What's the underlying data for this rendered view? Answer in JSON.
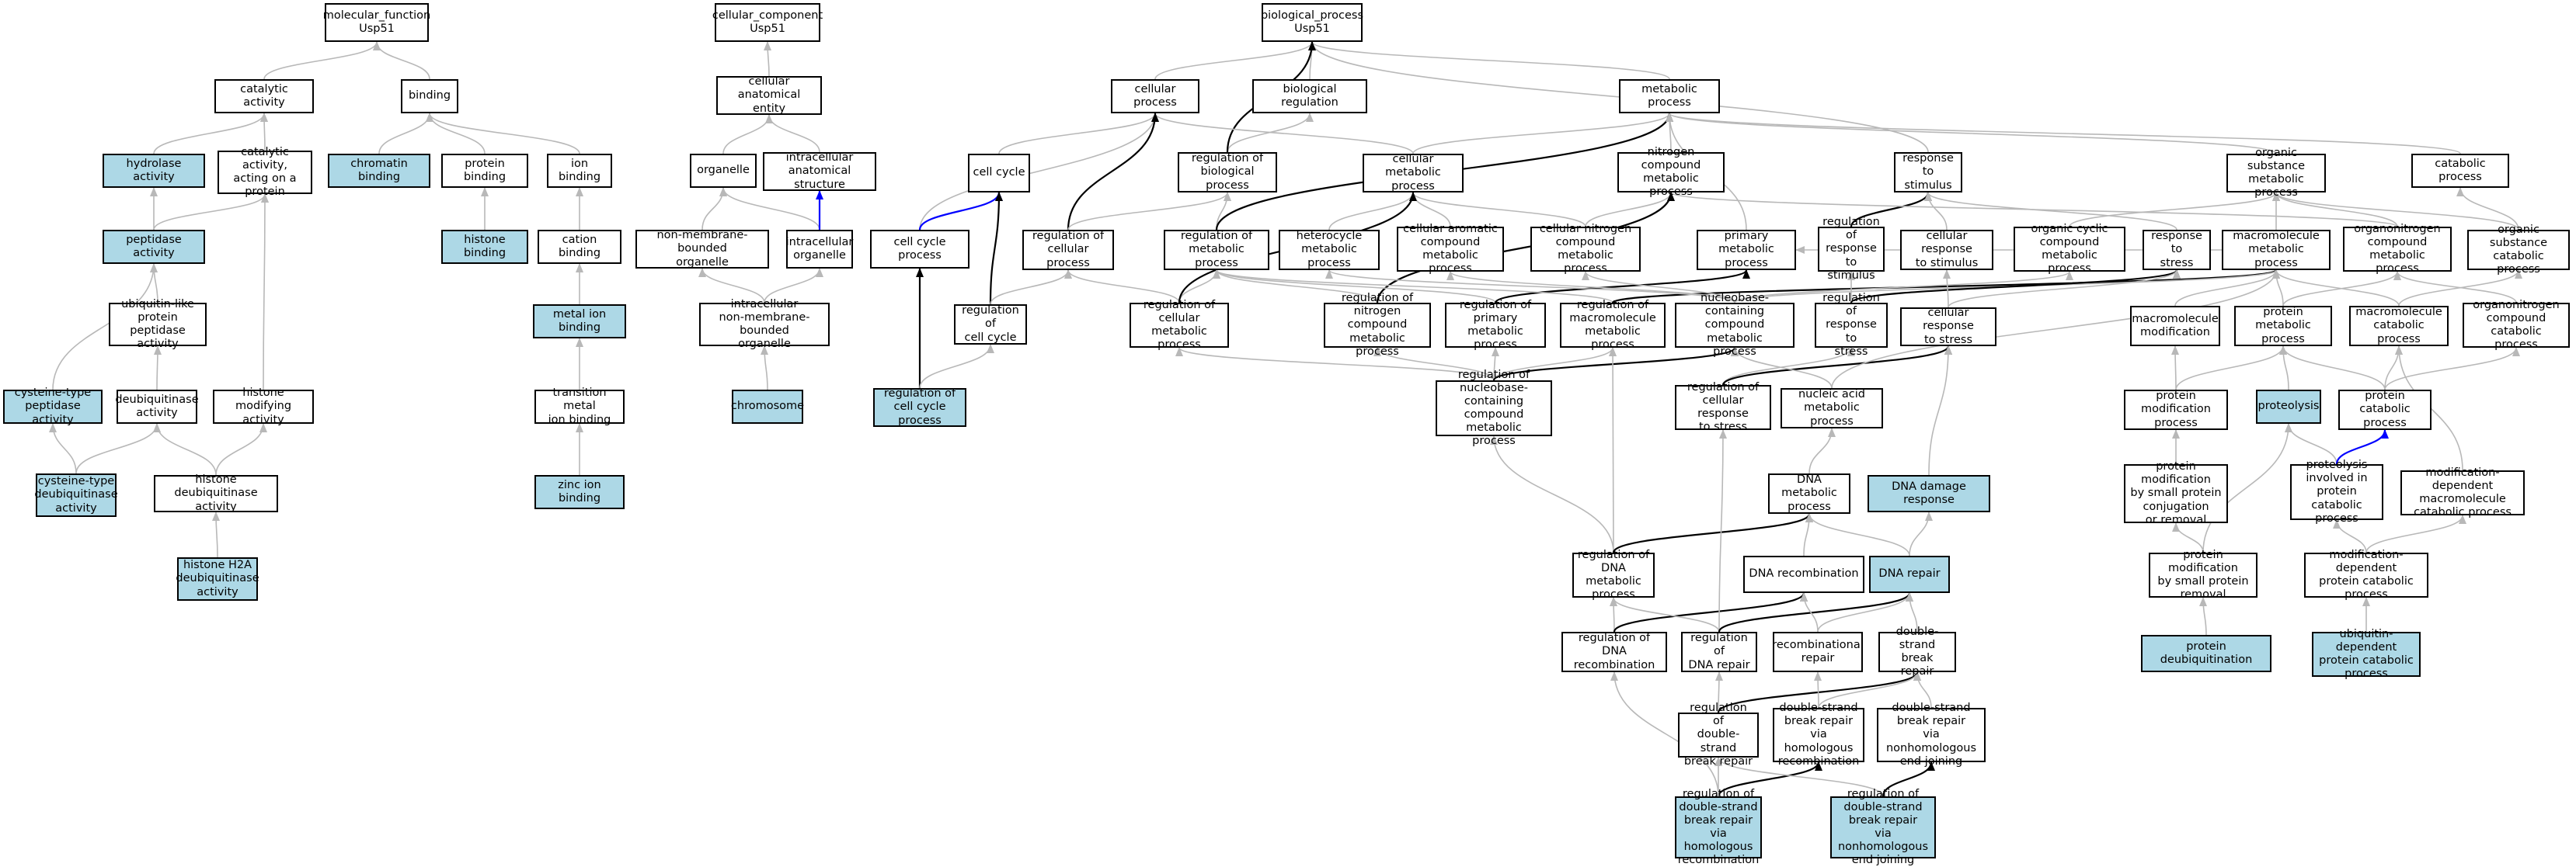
{
  "colors": {
    "highlight": "#add8e6",
    "node": "#ffffff",
    "edge_gray": "#b8b8b8",
    "edge_black": "#000000",
    "edge_blue": "#0000ff"
  },
  "nodes": {
    "mf": {
      "label": "molecular_function\nUsp51",
      "hl": false
    },
    "catalytic": {
      "label": "catalytic activity",
      "hl": false
    },
    "binding": {
      "label": "binding",
      "hl": false
    },
    "hydrolase": {
      "label": "hydrolase activity",
      "hl": true
    },
    "cat_protein": {
      "label": "catalytic activity,\nacting on a\nprotein",
      "hl": false
    },
    "chromatin_b": {
      "label": "chromatin binding",
      "hl": true
    },
    "protein_b": {
      "label": "protein binding",
      "hl": false
    },
    "ion_b": {
      "label": "ion binding",
      "hl": false
    },
    "peptidase": {
      "label": "peptidase activity",
      "hl": true
    },
    "histone_b": {
      "label": "histone binding",
      "hl": true
    },
    "cation_b": {
      "label": "cation binding",
      "hl": false
    },
    "ubl_pept": {
      "label": "ubiquitin-like\nprotein peptidase\nactivity",
      "hl": false
    },
    "metal_ion": {
      "label": "metal ion binding",
      "hl": true
    },
    "cys_pept": {
      "label": "cysteine-type\npeptidase activity",
      "hl": true
    },
    "deubiq": {
      "label": "deubiquitinase\nactivity",
      "hl": false
    },
    "hist_mod": {
      "label": "histone modifying\nactivity",
      "hl": false
    },
    "trans_metal": {
      "label": "transition metal\nion binding",
      "hl": false
    },
    "cys_deubiq": {
      "label": "cysteine-type\ndeubiquitinase\nactivity",
      "hl": true
    },
    "hist_deubiq": {
      "label": "histone deubiquitinase\nactivity",
      "hl": false
    },
    "zinc": {
      "label": "zinc ion binding",
      "hl": true
    },
    "h2a": {
      "label": "histone H2A\ndeubiquitinase\nactivity",
      "hl": true
    },
    "cc": {
      "label": "cellular_component\nUsp51",
      "hl": false
    },
    "anat": {
      "label": "cellular anatomical\nentity",
      "hl": false
    },
    "organelle": {
      "label": "organelle",
      "hl": false
    },
    "intra_anat": {
      "label": "intracellular\nanatomical structure",
      "hl": false
    },
    "nmb_org": {
      "label": "non-membrane-bounded\norganelle",
      "hl": false
    },
    "intra_org": {
      "label": "intracellular\norganelle",
      "hl": false
    },
    "intra_nmb": {
      "label": "intracellular\nnon-membrane-bounded\norganelle",
      "hl": false
    },
    "chromosome": {
      "label": "chromosome",
      "hl": true
    },
    "bp": {
      "label": "biological_process\nUsp51",
      "hl": false
    },
    "cell_proc": {
      "label": "cellular process",
      "hl": false
    },
    "bio_reg": {
      "label": "biological regulation",
      "hl": false
    },
    "metab": {
      "label": "metabolic process",
      "hl": false
    },
    "cell_cycle": {
      "label": "cell cycle",
      "hl": false
    },
    "reg_bio": {
      "label": "regulation of\nbiological process",
      "hl": false
    },
    "cell_metab": {
      "label": "cellular metabolic\nprocess",
      "hl": false
    },
    "n_comp": {
      "label": "nitrogen compound\nmetabolic process",
      "hl": false
    },
    "resp_stim": {
      "label": "response to\nstimulus",
      "hl": false
    },
    "org_sub": {
      "label": "organic substance\nmetabolic process",
      "hl": false
    },
    "catab": {
      "label": "catabolic process",
      "hl": false
    },
    "cc_proc": {
      "label": "cell cycle process",
      "hl": false
    },
    "reg_cell_proc": {
      "label": "regulation of\ncellular process",
      "hl": false
    },
    "reg_metab": {
      "label": "regulation of\nmetabolic process",
      "hl": false
    },
    "hetero": {
      "label": "heterocycle\nmetabolic process",
      "hl": false
    },
    "cell_arom": {
      "label": "cellular aromatic\ncompound metabolic\nprocess",
      "hl": false
    },
    "cell_nitro": {
      "label": "cellular nitrogen\ncompound metabolic\nprocess",
      "hl": false
    },
    "prim_metab": {
      "label": "primary metabolic\nprocess",
      "hl": false
    },
    "reg_resp_stim": {
      "label": "regulation of\nresponse to\nstimulus",
      "hl": false
    },
    "cell_resp_stim": {
      "label": "cellular response\nto stimulus",
      "hl": false
    },
    "org_cyc": {
      "label": "organic cyclic\ncompound metabolic\nprocess",
      "hl": false
    },
    "resp_stress": {
      "label": "response to\nstress",
      "hl": false
    },
    "macro_metab": {
      "label": "macromolecule\nmetabolic process",
      "hl": false
    },
    "orgN_metab": {
      "label": "organonitrogen\ncompound metabolic\nprocess",
      "hl": false
    },
    "org_sub_cat": {
      "label": "organic substance\ncatabolic process",
      "hl": false
    },
    "reg_cc": {
      "label": "regulation of\ncell cycle",
      "hl": false
    },
    "reg_cell_metab": {
      "label": "regulation of\ncellular metabolic\nprocess",
      "hl": false
    },
    "reg_nitro": {
      "label": "regulation of\nnitrogen compound\nmetabolic process",
      "hl": false
    },
    "reg_prim": {
      "label": "regulation of\nprimary metabolic\nprocess",
      "hl": false
    },
    "reg_macro": {
      "label": "regulation of\nmacromolecule\nmetabolic process",
      "hl": false
    },
    "nucleobase": {
      "label": "nucleobase-containing\ncompound metabolic\nprocess",
      "hl": false
    },
    "reg_resp_stress": {
      "label": "regulation of\nresponse to\nstress",
      "hl": false
    },
    "cell_resp_stress": {
      "label": "cellular response\nto stress",
      "hl": false
    },
    "macro_mod": {
      "label": "macromolecule\nmodification",
      "hl": false
    },
    "prot_metab": {
      "label": "protein metabolic\nprocess",
      "hl": false
    },
    "macro_cat": {
      "label": "macromolecule\ncatabolic process",
      "hl": false
    },
    "orgN_cat": {
      "label": "organonitrogen\ncompound catabolic\nprocess",
      "hl": false
    },
    "reg_cc_proc": {
      "label": "regulation of\ncell cycle process",
      "hl": true
    },
    "reg_nucleo": {
      "label": "regulation of\nnucleobase-containing\ncompound metabolic\nprocess",
      "hl": false
    },
    "reg_cell_resp_stress": {
      "label": "regulation of\ncellular response\nto stress",
      "hl": false
    },
    "nucleic": {
      "label": "nucleic acid\nmetabolic process",
      "hl": false
    },
    "prot_mod": {
      "label": "protein modification\nprocess",
      "hl": false
    },
    "proteolysis": {
      "label": "proteolysis",
      "hl": true
    },
    "prot_cat": {
      "label": "protein catabolic\nprocess",
      "hl": false
    },
    "dna_metab": {
      "label": "DNA metabolic\nprocess",
      "hl": false
    },
    "dna_dmg": {
      "label": "DNA damage response",
      "hl": true
    },
    "prot_mod_small": {
      "label": "protein modification\nby small protein\nconjugation\nor removal",
      "hl": false
    },
    "proteolysis_cat": {
      "label": "proteolysis\ninvolved in\nprotein catabolic\nprocess",
      "hl": false
    },
    "mod_dep_macro": {
      "label": "modification-dependent\nmacromolecule\ncatabolic process",
      "hl": false
    },
    "reg_dna_metab": {
      "label": "regulation of\nDNA metabolic\nprocess",
      "hl": false
    },
    "dna_recomb": {
      "label": "DNA recombination",
      "hl": false
    },
    "dna_repair": {
      "label": "DNA repair",
      "hl": true
    },
    "prot_mod_remove": {
      "label": "protein modification\nby small protein\nremoval",
      "hl": false
    },
    "mod_dep_prot": {
      "label": "modification-dependent\nprotein catabolic\nprocess",
      "hl": false
    },
    "reg_dna_recomb": {
      "label": "regulation of\nDNA recombination",
      "hl": false
    },
    "reg_dna_repair": {
      "label": "regulation of\nDNA repair",
      "hl": false
    },
    "recomb_repair": {
      "label": "recombinational\nrepair",
      "hl": false
    },
    "dsb_repair": {
      "label": "double-strand\nbreak repair",
      "hl": false
    },
    "prot_deubiq": {
      "label": "protein deubiquitination",
      "hl": true
    },
    "ubiq_dep": {
      "label": "ubiquitin-dependent\nprotein catabolic\nprocess",
      "hl": true
    },
    "reg_dsb": {
      "label": "regulation of\ndouble-strand\nbreak repair",
      "hl": false
    },
    "dsb_hr": {
      "label": "double-strand\nbreak repair\nvia homologous\nrecombination",
      "hl": false
    },
    "dsb_nhej": {
      "label": "double-strand\nbreak repair\nvia nonhomologous\nend joining",
      "hl": false
    },
    "reg_dsb_hr": {
      "label": "regulation of\ndouble-strand\nbreak repair\nvia homologous\nrecombination",
      "hl": true
    },
    "reg_dsb_nhej": {
      "label": "regulation of\ndouble-strand\nbreak repair\nvia nonhomologous\nend joining",
      "hl": true
    }
  },
  "edges": [
    [
      "catalytic",
      "mf",
      "gray"
    ],
    [
      "binding",
      "mf",
      "gray"
    ],
    [
      "hydrolase",
      "catalytic",
      "gray"
    ],
    [
      "cat_protein",
      "catalytic",
      "gray"
    ],
    [
      "chromatin_b",
      "binding",
      "gray"
    ],
    [
      "protein_b",
      "binding",
      "gray"
    ],
    [
      "ion_b",
      "binding",
      "gray"
    ],
    [
      "peptidase",
      "hydrolase",
      "gray"
    ],
    [
      "peptidase",
      "cat_protein",
      "gray"
    ],
    [
      "histone_b",
      "protein_b",
      "gray"
    ],
    [
      "cation_b",
      "ion_b",
      "gray"
    ],
    [
      "ubl_pept",
      "peptidase",
      "gray"
    ],
    [
      "metal_ion",
      "cation_b",
      "gray"
    ],
    [
      "cys_pept",
      "peptidase",
      "gray"
    ],
    [
      "deubiq",
      "ubl_pept",
      "gray"
    ],
    [
      "hist_mod",
      "cat_protein",
      "gray"
    ],
    [
      "trans_metal",
      "metal_ion",
      "gray"
    ],
    [
      "cys_deubiq",
      "cys_pept",
      "gray"
    ],
    [
      "cys_deubiq",
      "deubiq",
      "gray"
    ],
    [
      "hist_deubiq",
      "deubiq",
      "gray"
    ],
    [
      "hist_deubiq",
      "hist_mod",
      "gray"
    ],
    [
      "zinc",
      "trans_metal",
      "gray"
    ],
    [
      "h2a",
      "hist_deubiq",
      "gray"
    ],
    [
      "anat",
      "cc",
      "gray"
    ],
    [
      "organelle",
      "anat",
      "gray"
    ],
    [
      "intra_anat",
      "anat",
      "gray"
    ],
    [
      "nmb_org",
      "organelle",
      "gray"
    ],
    [
      "intra_org",
      "organelle",
      "gray"
    ],
    [
      "intra_org",
      "intra_anat",
      "blue"
    ],
    [
      "intra_nmb",
      "nmb_org",
      "gray"
    ],
    [
      "intra_nmb",
      "intra_org",
      "gray"
    ],
    [
      "chromosome",
      "intra_nmb",
      "gray"
    ],
    [
      "cell_proc",
      "bp",
      "gray"
    ],
    [
      "bio_reg",
      "bp",
      "gray"
    ],
    [
      "metab",
      "bp",
      "gray"
    ],
    [
      "resp_stim",
      "bp",
      "gray"
    ],
    [
      "cell_cycle",
      "cell_proc",
      "gray"
    ],
    [
      "reg_bio",
      "bio_reg",
      "gray"
    ],
    [
      "reg_bio",
      "bp",
      "black"
    ],
    [
      "cell_metab",
      "cell_proc",
      "gray"
    ],
    [
      "cell_metab",
      "metab",
      "gray"
    ],
    [
      "n_comp",
      "metab",
      "gray"
    ],
    [
      "org_sub",
      "metab",
      "gray"
    ],
    [
      "catab",
      "metab",
      "gray"
    ],
    [
      "cc_proc",
      "cell_proc",
      "gray"
    ],
    [
      "cc_proc",
      "cell_cycle",
      "blue"
    ],
    [
      "reg_cell_proc",
      "cell_proc",
      "black"
    ],
    [
      "reg_cell_proc",
      "reg_bio",
      "gray"
    ],
    [
      "reg_metab",
      "reg_bio",
      "gray"
    ],
    [
      "reg_metab",
      "metab",
      "black"
    ],
    [
      "hetero",
      "cell_metab",
      "gray"
    ],
    [
      "cell_arom",
      "cell_metab",
      "gray"
    ],
    [
      "cell_nitro",
      "cell_metab",
      "gray"
    ],
    [
      "cell_nitro",
      "n_comp",
      "gray"
    ],
    [
      "prim_metab",
      "metab",
      "gray"
    ],
    [
      "reg_resp_stim",
      "resp_stim",
      "black"
    ],
    [
      "cell_resp_stim",
      "resp_stim",
      "gray"
    ],
    [
      "org_cyc",
      "org_sub",
      "gray"
    ],
    [
      "resp_stress",
      "resp_stim",
      "gray"
    ],
    [
      "macro_metab",
      "org_sub",
      "gray"
    ],
    [
      "macro_metab",
      "prim_metab",
      "gray"
    ],
    [
      "orgN_metab",
      "org_sub",
      "gray"
    ],
    [
      "orgN_metab",
      "n_comp",
      "gray"
    ],
    [
      "org_sub_cat",
      "org_sub",
      "gray"
    ],
    [
      "org_sub_cat",
      "catab",
      "gray"
    ],
    [
      "reg_cc",
      "cell_cycle",
      "black"
    ],
    [
      "reg_cc",
      "reg_cell_proc",
      "gray"
    ],
    [
      "reg_cell_metab",
      "reg_cell_proc",
      "gray"
    ],
    [
      "reg_cell_metab",
      "reg_metab",
      "gray"
    ],
    [
      "reg_cell_metab",
      "cell_metab",
      "black"
    ],
    [
      "reg_nitro",
      "reg_metab",
      "gray"
    ],
    [
      "reg_nitro",
      "n_comp",
      "black"
    ],
    [
      "reg_prim",
      "reg_metab",
      "gray"
    ],
    [
      "reg_prim",
      "prim_metab",
      "black"
    ],
    [
      "reg_macro",
      "reg_metab",
      "gray"
    ],
    [
      "reg_macro",
      "macro_metab",
      "black"
    ],
    [
      "nucleobase",
      "hetero",
      "gray"
    ],
    [
      "nucleobase",
      "cell_arom",
      "gray"
    ],
    [
      "nucleobase",
      "cell_nitro",
      "gray"
    ],
    [
      "nucleobase",
      "org_cyc",
      "gray"
    ],
    [
      "nucleobase",
      "macro_metab",
      "gray"
    ],
    [
      "reg_resp_stress",
      "reg_resp_stim",
      "gray"
    ],
    [
      "reg_resp_stress",
      "resp_stress",
      "black"
    ],
    [
      "cell_resp_stress",
      "cell_resp_stim",
      "gray"
    ],
    [
      "cell_resp_stress",
      "resp_stress",
      "gray"
    ],
    [
      "macro_mod",
      "macro_metab",
      "gray"
    ],
    [
      "prot_metab",
      "macro_metab",
      "gray"
    ],
    [
      "prot_metab",
      "orgN_metab",
      "gray"
    ],
    [
      "macro_cat",
      "macro_metab",
      "gray"
    ],
    [
      "macro_cat",
      "org_sub_cat",
      "gray"
    ],
    [
      "orgN_cat",
      "orgN_metab",
      "gray"
    ],
    [
      "reg_cc_proc",
      "cc_proc",
      "black"
    ],
    [
      "reg_cc_proc",
      "reg_cc",
      "gray"
    ],
    [
      "reg_nucleo",
      "reg_cell_metab",
      "gray"
    ],
    [
      "reg_nucleo",
      "reg_nitro",
      "gray"
    ],
    [
      "reg_nucleo",
      "reg_prim",
      "gray"
    ],
    [
      "reg_nucleo",
      "reg_macro",
      "gray"
    ],
    [
      "reg_nucleo",
      "nucleobase",
      "black"
    ],
    [
      "reg_cell_resp_stress",
      "reg_resp_stress",
      "gray"
    ],
    [
      "reg_cell_resp_stress",
      "cell_resp_stress",
      "black"
    ],
    [
      "nucleic",
      "nucleobase",
      "gray"
    ],
    [
      "nucleic",
      "macro_metab",
      "gray"
    ],
    [
      "prot_mod",
      "macro_mod",
      "gray"
    ],
    [
      "prot_mod",
      "prot_metab",
      "gray"
    ],
    [
      "proteolysis",
      "prot_metab",
      "gray"
    ],
    [
      "prot_cat",
      "prot_metab",
      "gray"
    ],
    [
      "prot_cat",
      "macro_cat",
      "gray"
    ],
    [
      "prot_cat",
      "orgN_cat",
      "gray"
    ],
    [
      "dna_metab",
      "nucleic",
      "gray"
    ],
    [
      "dna_dmg",
      "cell_resp_stress",
      "gray"
    ],
    [
      "prot_mod_small",
      "prot_mod",
      "gray"
    ],
    [
      "proteolysis_cat",
      "proteolysis",
      "gray"
    ],
    [
      "proteolysis_cat",
      "prot_cat",
      "blue"
    ],
    [
      "mod_dep_macro",
      "macro_cat",
      "gray"
    ],
    [
      "reg_dna_metab",
      "reg_nucleo",
      "gray"
    ],
    [
      "reg_dna_metab",
      "reg_macro",
      "gray"
    ],
    [
      "reg_dna_metab",
      "dna_metab",
      "black"
    ],
    [
      "dna_recomb",
      "dna_metab",
      "gray"
    ],
    [
      "dna_repair",
      "dna_metab",
      "gray"
    ],
    [
      "dna_repair",
      "dna_dmg",
      "gray"
    ],
    [
      "prot_mod_remove",
      "prot_mod_small",
      "gray"
    ],
    [
      "prot_mod_remove",
      "proteolysis",
      "gray"
    ],
    [
      "mod_dep_prot",
      "proteolysis_cat",
      "gray"
    ],
    [
      "mod_dep_prot",
      "mod_dep_macro",
      "gray"
    ],
    [
      "reg_dna_recomb",
      "reg_dna_metab",
      "gray"
    ],
    [
      "reg_dna_recomb",
      "dna_recomb",
      "black"
    ],
    [
      "reg_dna_repair",
      "reg_dna_metab",
      "gray"
    ],
    [
      "reg_dna_repair",
      "reg_cell_resp_stress",
      "gray"
    ],
    [
      "reg_dna_repair",
      "dna_repair",
      "black"
    ],
    [
      "recomb_repair",
      "dna_recomb",
      "gray"
    ],
    [
      "recomb_repair",
      "dna_repair",
      "gray"
    ],
    [
      "dsb_repair",
      "dna_repair",
      "gray"
    ],
    [
      "prot_deubiq",
      "prot_mod_remove",
      "gray"
    ],
    [
      "ubiq_dep",
      "mod_dep_prot",
      "gray"
    ],
    [
      "reg_dsb",
      "reg_dna_repair",
      "gray"
    ],
    [
      "reg_dsb",
      "dsb_repair",
      "black"
    ],
    [
      "dsb_hr",
      "recomb_repair",
      "gray"
    ],
    [
      "dsb_hr",
      "dsb_repair",
      "gray"
    ],
    [
      "dsb_nhej",
      "dsb_repair",
      "gray"
    ],
    [
      "reg_dsb_hr",
      "reg_dsb",
      "gray"
    ],
    [
      "reg_dsb_hr",
      "dsb_hr",
      "black"
    ],
    [
      "reg_dsb_hr",
      "reg_dna_recomb",
      "gray"
    ],
    [
      "reg_dsb_nhej",
      "reg_dsb",
      "gray"
    ],
    [
      "reg_dsb_nhej",
      "dsb_nhej",
      "black"
    ]
  ]
}
